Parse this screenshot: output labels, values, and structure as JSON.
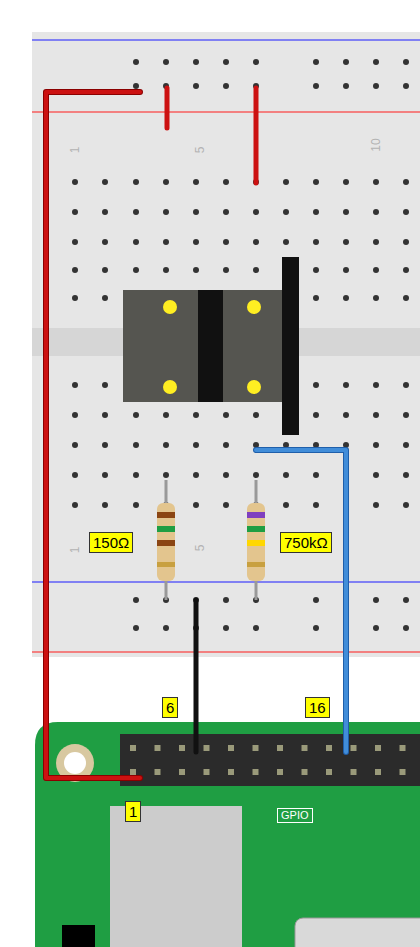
{
  "diagram": {
    "labels": [
      "1",
      "5",
      "10",
      "150Ω",
      "750kΩ",
      "1",
      "5",
      "6",
      "16",
      "1",
      "GPIO"
    ]
  }
}
